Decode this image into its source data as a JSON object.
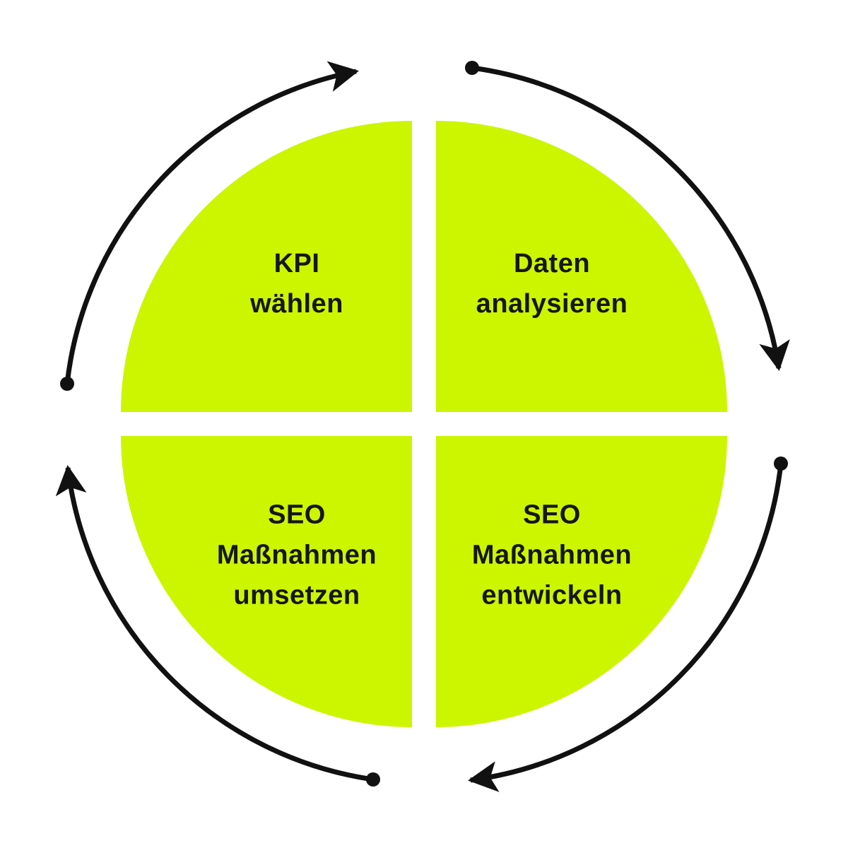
{
  "diagram": {
    "type": "cycle-diagram",
    "direction": "clockwise",
    "colors": {
      "segment": "#ccf500",
      "arrow": "#111111",
      "text": "#161616",
      "background": "#ffffff"
    },
    "segments": [
      {
        "id": "top-left",
        "text": "KPI\nwählen"
      },
      {
        "id": "top-right",
        "text": "Daten\nanalysieren"
      },
      {
        "id": "bottom-right",
        "text": "SEO\nMaßnahmen\nentwickeln"
      },
      {
        "id": "bottom-left",
        "text": "SEO\nMaßnahmen\numsetzen"
      }
    ],
    "arrows": [
      {
        "id": "left-to-top",
        "icon": "curved-arrow-icon",
        "start_icon": "dot-icon"
      },
      {
        "id": "top-to-right",
        "icon": "curved-arrow-icon",
        "start_icon": "dot-icon"
      },
      {
        "id": "right-to-bottom",
        "icon": "curved-arrow-icon",
        "start_icon": "dot-icon"
      },
      {
        "id": "bottom-to-left",
        "icon": "curved-arrow-icon",
        "start_icon": "dot-icon"
      }
    ]
  }
}
